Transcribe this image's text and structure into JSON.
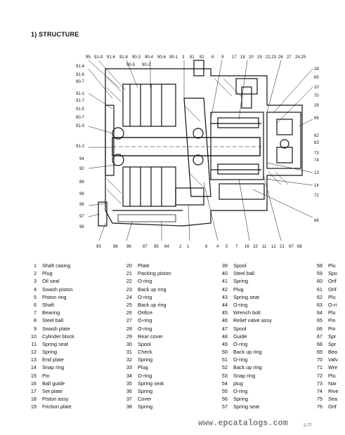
{
  "heading": "1) STRUCTURE",
  "callouts": {
    "top": [
      "95",
      "91-9",
      "91-6",
      "91-8",
      "90-3",
      "90-4",
      "90-6",
      "90-1",
      "3",
      "81",
      "82",
      "8",
      "9",
      "17",
      "18",
      "20",
      "19",
      "22,23",
      "26",
      "27",
      "24,25"
    ],
    "top_sub": [
      "90-5",
      "90-2"
    ],
    "left": [
      "91-4",
      "91-6",
      "90-7",
      "91-1",
      "91-7",
      "91-5",
      "90-7",
      "91-3",
      "91-2",
      "94",
      "92",
      "89",
      "99",
      "98",
      "97",
      "96"
    ],
    "right": [
      "28",
      "65",
      "10",
      "70",
      "29",
      "69",
      "62",
      "63",
      "73",
      "74",
      "13",
      "14",
      "72",
      "66"
    ],
    "bottom": [
      "93",
      "88",
      "86",
      "87",
      "85",
      "84",
      "2",
      "1",
      "6",
      "4",
      "5",
      "7",
      "16",
      "15",
      "11",
      "12",
      "21",
      "67",
      "68"
    ]
  },
  "parts": [
    [
      {
        "n": "1",
        "name": "Shaft casing"
      },
      {
        "n": "2",
        "name": "Plug"
      },
      {
        "n": "3",
        "name": "Oil seal"
      },
      {
        "n": "4",
        "name": "Swash piston"
      },
      {
        "n": "5",
        "name": "Piston ring"
      },
      {
        "n": "6",
        "name": "Shaft"
      },
      {
        "n": "7",
        "name": "Bearing"
      },
      {
        "n": "8",
        "name": "Steel ball"
      },
      {
        "n": "9",
        "name": "Swash plate"
      },
      {
        "n": "10",
        "name": "Cylinder block"
      },
      {
        "n": "11",
        "name": "Spring seat"
      },
      {
        "n": "12",
        "name": "Spring"
      },
      {
        "n": "13",
        "name": "End plate"
      },
      {
        "n": "14",
        "name": "Snap ring"
      },
      {
        "n": "15",
        "name": "Pin"
      },
      {
        "n": "16",
        "name": "Ball guide"
      },
      {
        "n": "17",
        "name": "Set plate"
      },
      {
        "n": "18",
        "name": "Piston assy"
      },
      {
        "n": "19",
        "name": "Friction plate"
      }
    ],
    [
      {
        "n": "20",
        "name": "Plate"
      },
      {
        "n": "21",
        "name": "Packing piston"
      },
      {
        "n": "22",
        "name": "O-ring"
      },
      {
        "n": "23",
        "name": "Back up ring"
      },
      {
        "n": "24",
        "name": "O-ring"
      },
      {
        "n": "25",
        "name": "Back up ring"
      },
      {
        "n": "26",
        "name": "Orifice"
      },
      {
        "n": "27",
        "name": "O-ring"
      },
      {
        "n": "28",
        "name": "O-ring"
      },
      {
        "n": "29",
        "name": "Rear cover"
      },
      {
        "n": "30",
        "name": "Spool"
      },
      {
        "n": "31",
        "name": "Check"
      },
      {
        "n": "32",
        "name": "Spring"
      },
      {
        "n": "33",
        "name": "Plug"
      },
      {
        "n": "34",
        "name": "O-ring"
      },
      {
        "n": "35",
        "name": "Spring seat"
      },
      {
        "n": "36",
        "name": "Spring"
      },
      {
        "n": "37",
        "name": "Cover"
      },
      {
        "n": "38",
        "name": "Spring"
      }
    ],
    [
      {
        "n": "39",
        "name": "Spool"
      },
      {
        "n": "40",
        "name": "Steel ball"
      },
      {
        "n": "41",
        "name": "Spring"
      },
      {
        "n": "42",
        "name": "Plug"
      },
      {
        "n": "43",
        "name": "Spring seat"
      },
      {
        "n": "44",
        "name": "O-ring"
      },
      {
        "n": "45",
        "name": "Wrench bolt"
      },
      {
        "n": "46",
        "name": "Relief valve assy"
      },
      {
        "n": "47",
        "name": "Spool"
      },
      {
        "n": "48",
        "name": "Guide"
      },
      {
        "n": "49",
        "name": "O-ring"
      },
      {
        "n": "50",
        "name": "Back up ring"
      },
      {
        "n": "51",
        "name": "O-ring"
      },
      {
        "n": "52",
        "name": "Back up ring"
      },
      {
        "n": "53",
        "name": "Snap ring"
      },
      {
        "n": "54",
        "name": "plug"
      },
      {
        "n": "55",
        "name": "O-ring"
      },
      {
        "n": "56",
        "name": "Spring"
      },
      {
        "n": "57",
        "name": "Spring seat"
      }
    ],
    [
      {
        "n": "58",
        "name": "Plu"
      },
      {
        "n": "59",
        "name": "Spo"
      },
      {
        "n": "60",
        "name": "Orif"
      },
      {
        "n": "61",
        "name": "Orif"
      },
      {
        "n": "62",
        "name": "Plu"
      },
      {
        "n": "63",
        "name": "O-ri"
      },
      {
        "n": "64",
        "name": "Plu"
      },
      {
        "n": "65",
        "name": "Pin"
      },
      {
        "n": "66",
        "name": "Pin"
      },
      {
        "n": "67",
        "name": "Spr"
      },
      {
        "n": "68",
        "name": "Spr"
      },
      {
        "n": "69",
        "name": "Bea"
      },
      {
        "n": "70",
        "name": "Valv"
      },
      {
        "n": "71",
        "name": "Wre"
      },
      {
        "n": "72",
        "name": "Plu"
      },
      {
        "n": "73",
        "name": "Nar"
      },
      {
        "n": "74",
        "name": "Rive"
      },
      {
        "n": "75",
        "name": "Sea"
      },
      {
        "n": "76",
        "name": "Orif"
      }
    ]
  ],
  "watermark": "www.epcatalogs.com",
  "page_number": "2-77"
}
